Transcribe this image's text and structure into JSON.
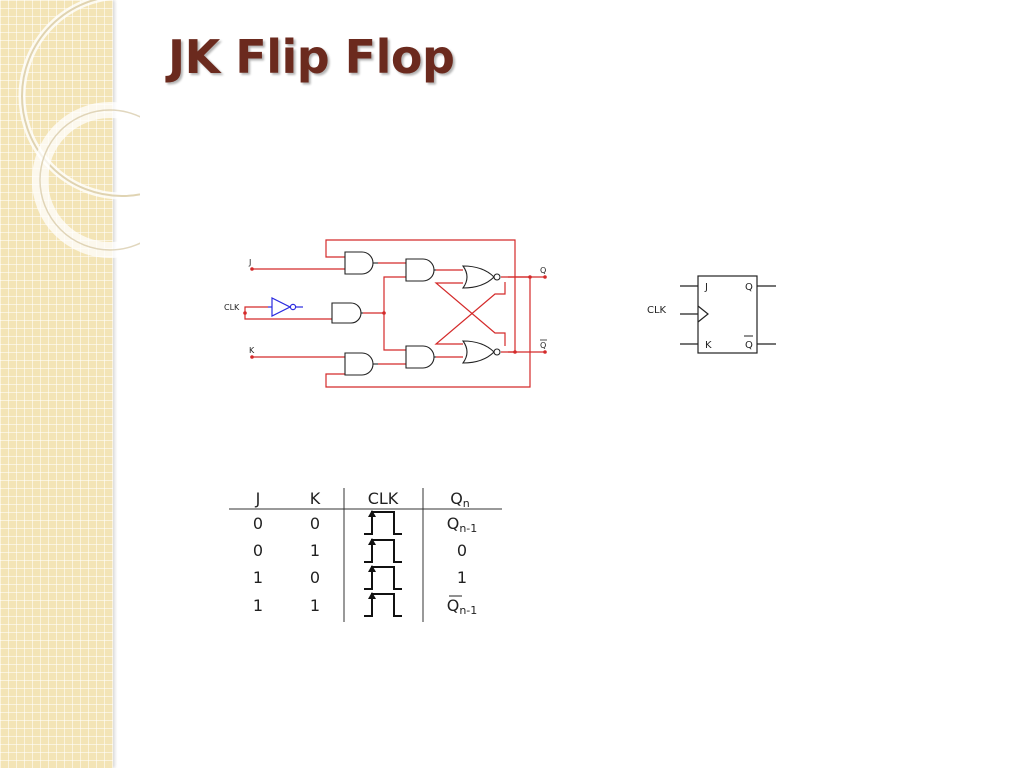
{
  "slide": {
    "title": "JK Flip Flop"
  },
  "circuit": {
    "inputs": {
      "j": "J",
      "clk": "CLK",
      "k": "K"
    },
    "outputs": {
      "q": "Q",
      "q_bar": "Q"
    }
  },
  "symbol": {
    "pins": {
      "j": "J",
      "k": "K",
      "clk": "CLK",
      "q": "Q",
      "q_bar": "Q"
    }
  },
  "truth_table": {
    "headers": [
      "J",
      "K",
      "CLK",
      "Qn"
    ],
    "rows": [
      {
        "j": "0",
        "k": "0",
        "qn": "Qn-1"
      },
      {
        "j": "0",
        "k": "1",
        "qn": "0"
      },
      {
        "j": "1",
        "k": "0",
        "qn": "1"
      },
      {
        "j": "1",
        "k": "1",
        "qn": "Qn-1 (overline)"
      }
    ]
  },
  "colors": {
    "title": "#6b2a1e",
    "wire": "#d42a2a",
    "inverter": "#2b2be0",
    "sidebar": "#f3e4b6"
  }
}
